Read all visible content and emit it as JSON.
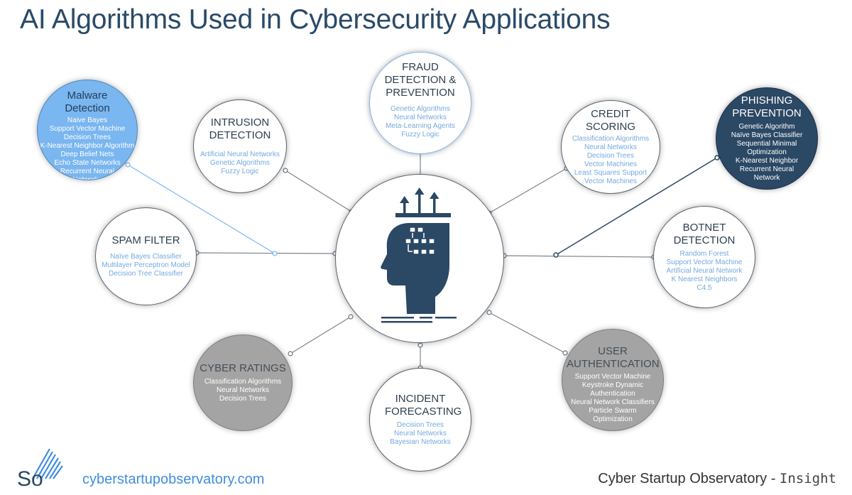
{
  "title": "AI Algorithms Used in Cybersecurity Applications",
  "center": {
    "icon": "brain-algorithm-head-icon"
  },
  "nodes": {
    "malware": {
      "title": "Malware Detection",
      "items": [
        "Naive Bayes",
        "Support Vector Machine",
        "Decision Trees",
        "K-Nearest Neighbor Algorithm",
        "Deep Belief Nets",
        "Echo State Networks",
        "Recurrent Neural",
        "Networks"
      ]
    },
    "intrusion": {
      "title": "INTRUSION DETECTION",
      "items": [
        "Artificial Neural Networks",
        "Genetic Algorithms",
        "Fuzzy Logic"
      ]
    },
    "fraud": {
      "title": "FRAUD DETECTION & PREVENTION",
      "items": [
        "Genetic Algorithms",
        "Neural Networks",
        "Meta-Learning Agents",
        "Fuzzy Logic"
      ]
    },
    "credit": {
      "title": "CREDIT SCORING",
      "items": [
        "Classification Algorithms",
        "Neural Networks",
        "Decision Trees",
        "Vector Machines",
        "Least Squares Support",
        "Vector Machines"
      ]
    },
    "phishing": {
      "title": "PHISHING PREVENTION",
      "items": [
        "Genetic Algorithm",
        "Naïve Bayes Classifier",
        "Sequential Minimal",
        "Optimization",
        "K-Nearest Neighbor",
        "Recurrent Neural",
        "Network"
      ]
    },
    "spam": {
      "title": "SPAM FILTER",
      "items": [
        "Naïve Bayes Classifier",
        "Multilayer Perceptron Model",
        "Decision Tree Classifier"
      ]
    },
    "botnet": {
      "title": "BOTNET DETECTION",
      "items": [
        "Random Forest",
        "Support Vector Machine",
        "Artificial Neural Network",
        "K Nearest Neighbors",
        "C4.5"
      ]
    },
    "ratings": {
      "title": "CYBER RATINGS",
      "items": [
        "Classification Algorithms",
        "Neural Networks",
        "Decision Trees"
      ]
    },
    "incident": {
      "title": "INCIDENT FORECASTING",
      "items": [
        "Decision Trees",
        "Neural Networks",
        "Bayesian Networks"
      ]
    },
    "auth": {
      "title": "USER AUTHENTICATION",
      "items": [
        "Support Vector Machine",
        "Keystroke Dynamic",
        "Authentication",
        "Neural Network Classifiers",
        "Particle Swarm",
        "Optimization"
      ]
    }
  },
  "footer": {
    "logo_text": "So",
    "website": "cyberstartupobservatory.com",
    "brand": "Cyber Startup Observatory",
    "separator": "-",
    "insight": "Insight"
  },
  "colors": {
    "title": "#2a4a67",
    "navy": "#2b4865",
    "light_blue": "#7ab6ef",
    "grey": "#a4a4a4",
    "item_blue": "#74a9df",
    "link": "#3f8de0"
  }
}
